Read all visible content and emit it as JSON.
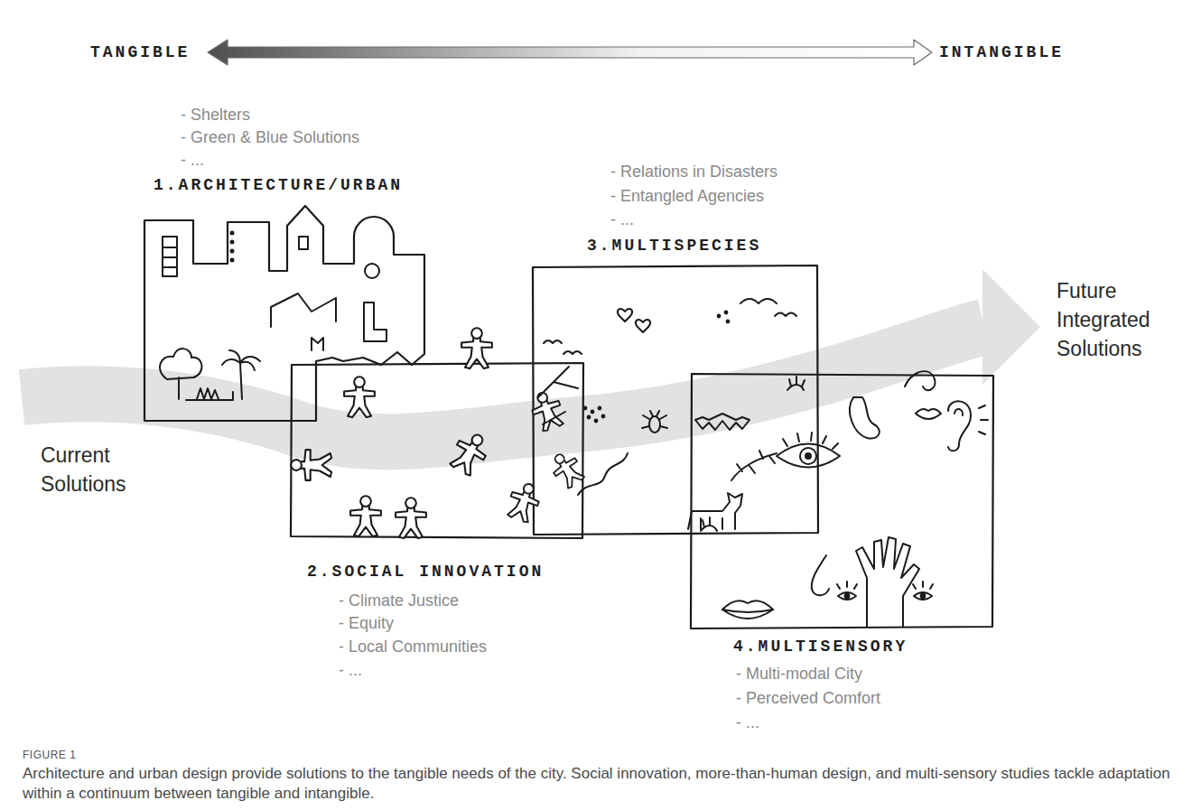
{
  "diagram": {
    "caption": "Architecture and urban design provide solutions to the tangible needs of the city. Social innovation, more-than-human design, and multi-sensory studies tackle adaptation within a continuum between tangible and intangible.",
    "nodes": [
      {
        "text": [
          "1.ARCHITECTURE/URBAN",
          "- Shelters",
          "- Green & Blue Solutions",
          "- ..."
        ]
      },
      {
        "text": [
          "2.SOCIAL INNOVATION",
          "- Climate Justice",
          "- Equity",
          "- Local Communities",
          "- ..."
        ]
      },
      {
        "text": [
          "3.MULTISPECIES",
          "- Relations in Disasters",
          "- Entangled Agencies",
          "- ..."
        ]
      },
      {
        "text": [
          "4.MULTISENSORY",
          "- Multi-modal City",
          "- Perceived Comfort",
          "- ..."
        ]
      }
    ],
    "labels": [
      "TANGIBLE",
      "INTANGIBLE",
      "Current Solutions",
      "Future Integrated Solutions",
      "FIGURE 1"
    ]
  }
}
